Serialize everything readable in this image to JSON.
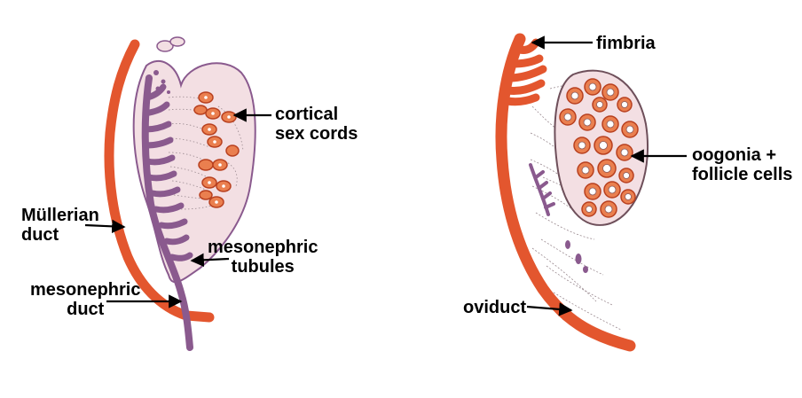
{
  "colors": {
    "mullerian": "#e3562e",
    "mesonephric": "#8a5a8e",
    "gonad_fill": "#f3dfe3",
    "cord_fill": "#ea7f4f",
    "cord_stroke": "#b8401f",
    "label": "#000000"
  },
  "left_diagram": {
    "labels": {
      "cortical_line1": "cortical",
      "cortical_line2": "sex cords",
      "mullerian_line1": "Müllerian",
      "mullerian_line2": "duct",
      "tubules_line1": "mesonephric",
      "tubules_line2": "tubules",
      "duct_line1": "mesonephric",
      "duct_line2": "duct"
    }
  },
  "right_diagram": {
    "labels": {
      "fimbria": "fimbria",
      "oogonia_line1": "oogonia +",
      "oogonia_line2": "follicle cells",
      "oviduct": "oviduct"
    }
  }
}
